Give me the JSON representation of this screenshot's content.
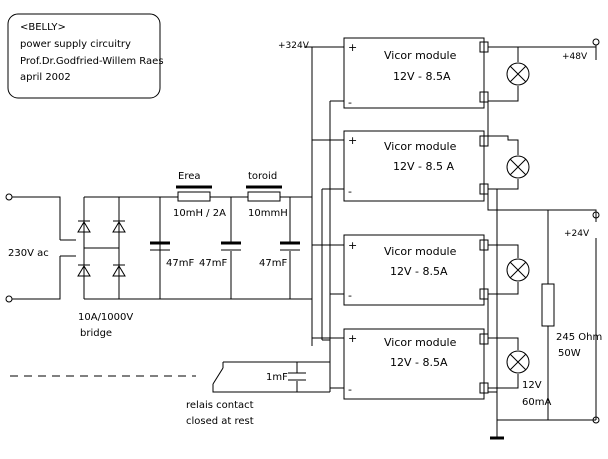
{
  "title_box": {
    "line1": "<BELLY>",
    "line2": "power supply circuitry",
    "line3": "Prof.Dr.Godfried-Willem Raes",
    "line4": "april 2002"
  },
  "input_label": "230V ac",
  "bridge": {
    "rating": "10A/1000V",
    "name": "bridge"
  },
  "inductor1": {
    "name": "Erea",
    "value": "10mH / 2A"
  },
  "inductor2": {
    "name": "toroid",
    "value": "10mmH"
  },
  "cap_values": [
    "47mF",
    "47mF",
    "47mF"
  ],
  "cap_small": "1mF",
  "relay_label": {
    "line1": "relais contact",
    "line2": "closed at rest"
  },
  "rail_324": "+324V",
  "module_labels": {
    "name": "Vicor module",
    "rating": "12V - 8.5A"
  },
  "module_pins": {
    "plus": "+",
    "minus": "-"
  },
  "modules": [
    {
      "name": "Vicor module",
      "rating": "12V - 8.5A"
    },
    {
      "name": "Vicor module",
      "rating": "12V - 8.5 A"
    },
    {
      "name": "Vicor module",
      "rating": "12V - 8.5A"
    },
    {
      "name": "Vicor module",
      "rating": "12V - 8.5A"
    }
  ],
  "out_48": "+48V",
  "out_24": "+24V",
  "resistor": {
    "value": "245 Ohm",
    "power": "50W"
  },
  "lamp_label": {
    "volt": "12V",
    "current": "60mA"
  }
}
